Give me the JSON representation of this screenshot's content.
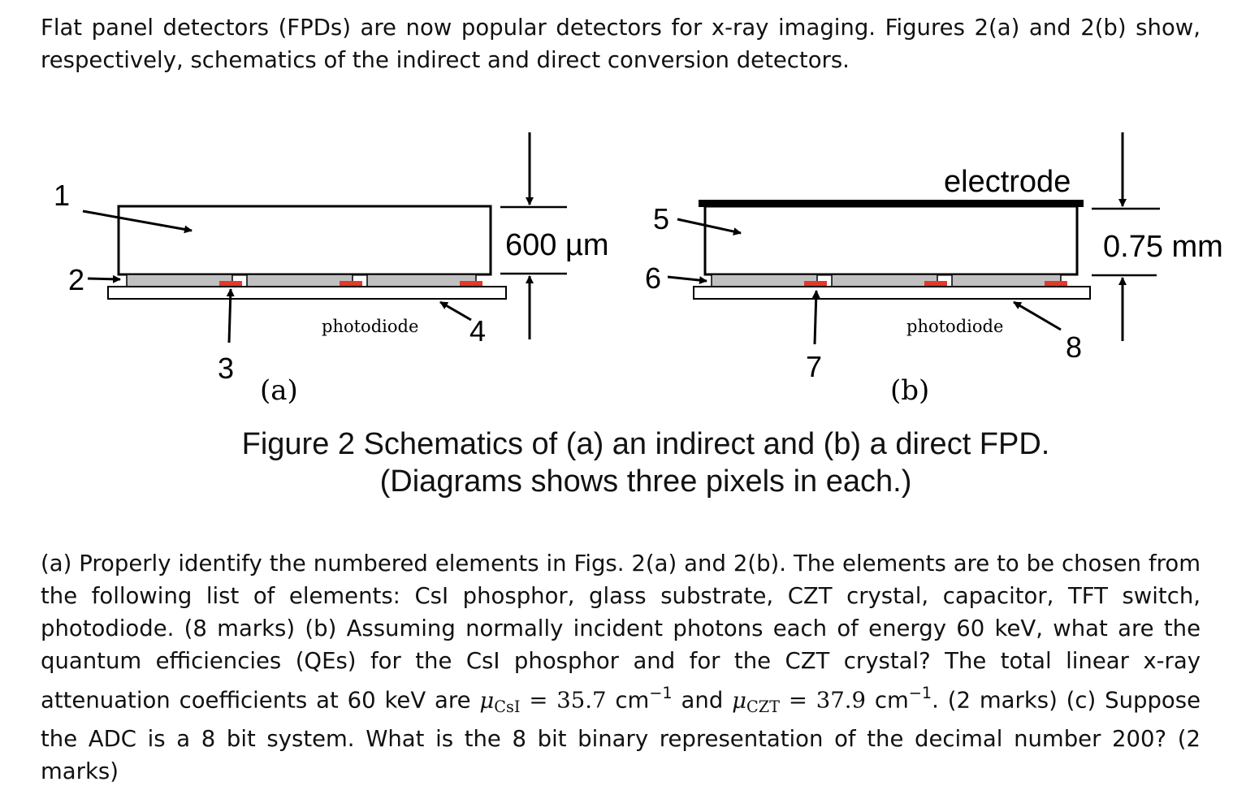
{
  "intro": "Flat panel detectors (FPDs) are now popular detectors for x-ray imaging. Figures 2(a) and 2(b) show, respectively, schematics of the indirect and direct conversion detectors.",
  "figure": {
    "panel_a": {
      "sublabel": "(a)",
      "thickness": "600 µm",
      "base_label": "photodiode",
      "numbers": [
        "1",
        "2",
        "3",
        "4"
      ]
    },
    "panel_b": {
      "sublabel": "(b)",
      "thickness": "0.75 mm",
      "top_label": "electrode",
      "base_label": "photodiode",
      "numbers": [
        "5",
        "6",
        "7",
        "8"
      ]
    },
    "colors": {
      "pixel_fill": "#c0c0c0",
      "switch_red": "#e03a2a",
      "stroke": "#000000"
    }
  },
  "caption": {
    "line1": "Figure 2 Schematics of (a) an indirect and (b) a direct FPD.",
    "line2": "(Diagrams shows three pixels in each.)"
  },
  "question": {
    "part1": "(a) Properly identify the numbered elements in Figs. 2(a) and 2(b). The elements are to be chosen from the following list of elements: CsI phosphor, glass substrate, CZT crystal, capacitor, TFT switch, photodiode. (8 marks) (b) Assuming normally incident photons each of energy 60 keV, what are the quantum efficiencies (QEs) for the CsI phosphor and for the CZT crystal? The total linear x-ray attenuation coefficients at 60 keV are",
    "mu_symbol": "μ",
    "csi_sub": "CsI",
    "eq1": " = 35.7",
    "unit": " cm",
    "exp": "−1",
    "and": " and ",
    "czt_sub": "CZT",
    "eq2": " = 37.9",
    "part2": ". (2 marks) (c) Suppose the ADC is a 8 bit system. What is the 8 bit binary representation of the decimal number 200? (2 marks)"
  }
}
